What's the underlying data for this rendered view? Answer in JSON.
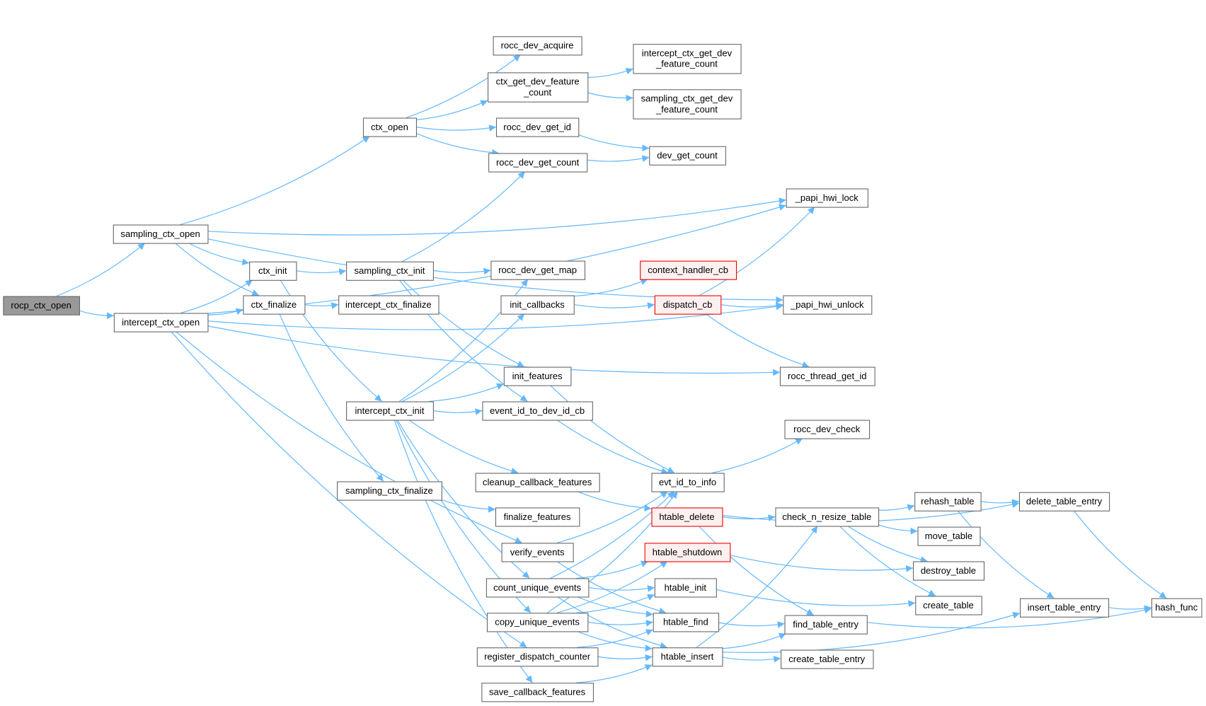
{
  "colors": {
    "edge": "#63b8ff",
    "root_fill": "#999999",
    "highlight_border": "#ff0000",
    "node_border": "#666666"
  },
  "nodes": {
    "rocp_ctx_open": {
      "lines": [
        "rocp_ctx_open"
      ],
      "style": "root"
    },
    "sampling_ctx_open": {
      "lines": [
        "sampling_ctx_open"
      ]
    },
    "intercept_ctx_open": {
      "lines": [
        "intercept_ctx_open"
      ]
    },
    "ctx_init": {
      "lines": [
        "ctx_init"
      ]
    },
    "ctx_finalize": {
      "lines": [
        "ctx_finalize"
      ]
    },
    "sampling_ctx_init": {
      "lines": [
        "sampling_ctx_init"
      ]
    },
    "intercept_ctx_finalize": {
      "lines": [
        "intercept_ctx_finalize"
      ]
    },
    "intercept_ctx_init": {
      "lines": [
        "intercept_ctx_init"
      ]
    },
    "sampling_ctx_finalize": {
      "lines": [
        "sampling_ctx_finalize"
      ]
    },
    "ctx_open": {
      "lines": [
        "ctx_open"
      ]
    },
    "rocc_dev_acquire": {
      "lines": [
        "rocc_dev_acquire"
      ]
    },
    "ctx_get_dev_feature_count": {
      "lines": [
        "ctx_get_dev_feature",
        "_count"
      ]
    },
    "rocc_dev_get_id": {
      "lines": [
        "rocc_dev_get_id"
      ]
    },
    "rocc_dev_get_count": {
      "lines": [
        "rocc_dev_get_count"
      ]
    },
    "rocc_dev_get_map": {
      "lines": [
        "rocc_dev_get_map"
      ]
    },
    "init_callbacks": {
      "lines": [
        "init_callbacks"
      ]
    },
    "init_features": {
      "lines": [
        "init_features"
      ]
    },
    "event_id_to_dev_id_cb": {
      "lines": [
        "event_id_to_dev_id_cb"
      ]
    },
    "cleanup_callback_features": {
      "lines": [
        "cleanup_callback_features"
      ]
    },
    "finalize_features": {
      "lines": [
        "finalize_features"
      ]
    },
    "verify_events": {
      "lines": [
        "verify_events"
      ]
    },
    "count_unique_events": {
      "lines": [
        "count_unique_events"
      ]
    },
    "copy_unique_events": {
      "lines": [
        "copy_unique_events"
      ]
    },
    "register_dispatch_counter": {
      "lines": [
        "register_dispatch_counter"
      ]
    },
    "save_callback_features": {
      "lines": [
        "save_callback_features"
      ]
    },
    "intercept_ctx_get_dev_feature_count": {
      "lines": [
        "intercept_ctx_get_dev",
        "_feature_count"
      ]
    },
    "sampling_ctx_get_dev_feature_count": {
      "lines": [
        "sampling_ctx_get_dev",
        "_feature_count"
      ]
    },
    "dev_get_count": {
      "lines": [
        "dev_get_count"
      ]
    },
    "context_handler_cb": {
      "lines": [
        "context_handler_cb"
      ],
      "style": "red"
    },
    "dispatch_cb": {
      "lines": [
        "dispatch_cb"
      ],
      "style": "red"
    },
    "evt_id_to_info": {
      "lines": [
        "evt_id_to_info"
      ]
    },
    "htable_delete": {
      "lines": [
        "htable_delete"
      ],
      "style": "red"
    },
    "htable_shutdown": {
      "lines": [
        "htable_shutdown"
      ],
      "style": "red"
    },
    "htable_init": {
      "lines": [
        "htable_init"
      ]
    },
    "htable_find": {
      "lines": [
        "htable_find"
      ]
    },
    "htable_insert": {
      "lines": [
        "htable_insert"
      ]
    },
    "_papi_hwi_lock": {
      "lines": [
        "_papi_hwi_lock"
      ]
    },
    "_papi_hwi_unlock": {
      "lines": [
        "_papi_hwi_unlock"
      ]
    },
    "rocc_thread_get_id": {
      "lines": [
        "rocc_thread_get_id"
      ]
    },
    "rocc_dev_check": {
      "lines": [
        "rocc_dev_check"
      ]
    },
    "check_n_resize_table": {
      "lines": [
        "check_n_resize_table"
      ]
    },
    "find_table_entry": {
      "lines": [
        "find_table_entry"
      ]
    },
    "create_table_entry": {
      "lines": [
        "create_table_entry"
      ]
    },
    "rehash_table": {
      "lines": [
        "rehash_table"
      ]
    },
    "move_table": {
      "lines": [
        "move_table"
      ]
    },
    "destroy_table": {
      "lines": [
        "destroy_table"
      ]
    },
    "create_table": {
      "lines": [
        "create_table"
      ]
    },
    "delete_table_entry": {
      "lines": [
        "delete_table_entry"
      ]
    },
    "insert_table_entry": {
      "lines": [
        "insert_table_entry"
      ]
    },
    "hash_func": {
      "lines": [
        "hash_func"
      ]
    }
  },
  "edges": [
    [
      "rocp_ctx_open",
      "sampling_ctx_open"
    ],
    [
      "rocp_ctx_open",
      "intercept_ctx_open"
    ],
    [
      "sampling_ctx_open",
      "ctx_open"
    ],
    [
      "sampling_ctx_open",
      "_papi_hwi_lock"
    ],
    [
      "sampling_ctx_open",
      "_papi_hwi_unlock"
    ],
    [
      "sampling_ctx_open",
      "ctx_init"
    ],
    [
      "sampling_ctx_open",
      "ctx_finalize"
    ],
    [
      "intercept_ctx_open",
      "ctx_init"
    ],
    [
      "intercept_ctx_open",
      "ctx_finalize"
    ],
    [
      "intercept_ctx_open",
      "_papi_hwi_lock"
    ],
    [
      "intercept_ctx_open",
      "_papi_hwi_unlock"
    ],
    [
      "intercept_ctx_open",
      "rocc_thread_get_id"
    ],
    [
      "intercept_ctx_open",
      "verify_events"
    ],
    [
      "intercept_ctx_open",
      "register_dispatch_counter"
    ],
    [
      "ctx_init",
      "sampling_ctx_init"
    ],
    [
      "ctx_init",
      "intercept_ctx_init"
    ],
    [
      "ctx_finalize",
      "intercept_ctx_finalize"
    ],
    [
      "ctx_finalize",
      "sampling_ctx_finalize"
    ],
    [
      "ctx_open",
      "rocc_dev_acquire"
    ],
    [
      "ctx_open",
      "ctx_get_dev_feature_count"
    ],
    [
      "ctx_open",
      "rocc_dev_get_id"
    ],
    [
      "ctx_open",
      "rocc_dev_get_count"
    ],
    [
      "ctx_get_dev_feature_count",
      "intercept_ctx_get_dev_feature_count"
    ],
    [
      "ctx_get_dev_feature_count",
      "sampling_ctx_get_dev_feature_count"
    ],
    [
      "rocc_dev_get_id",
      "dev_get_count"
    ],
    [
      "rocc_dev_get_count",
      "dev_get_count"
    ],
    [
      "sampling_ctx_init",
      "rocc_dev_get_count"
    ],
    [
      "sampling_ctx_init",
      "rocc_dev_get_map"
    ],
    [
      "sampling_ctx_init",
      "init_features"
    ],
    [
      "sampling_ctx_init",
      "event_id_to_dev_id_cb"
    ],
    [
      "intercept_ctx_init",
      "rocc_dev_get_map"
    ],
    [
      "intercept_ctx_init",
      "init_callbacks"
    ],
    [
      "intercept_ctx_init",
      "init_features"
    ],
    [
      "intercept_ctx_init",
      "event_id_to_dev_id_cb"
    ],
    [
      "intercept_ctx_init",
      "cleanup_callback_features"
    ],
    [
      "intercept_ctx_init",
      "count_unique_events"
    ],
    [
      "intercept_ctx_init",
      "copy_unique_events"
    ],
    [
      "intercept_ctx_init",
      "save_callback_features"
    ],
    [
      "init_callbacks",
      "context_handler_cb"
    ],
    [
      "init_callbacks",
      "dispatch_cb"
    ],
    [
      "dispatch_cb",
      "_papi_hwi_lock"
    ],
    [
      "dispatch_cb",
      "_papi_hwi_unlock"
    ],
    [
      "dispatch_cb",
      "rocc_thread_get_id"
    ],
    [
      "init_features",
      "evt_id_to_info"
    ],
    [
      "event_id_to_dev_id_cb",
      "evt_id_to_info"
    ],
    [
      "evt_id_to_info",
      "rocc_dev_check"
    ],
    [
      "cleanup_callback_features",
      "htable_delete"
    ],
    [
      "sampling_ctx_finalize",
      "finalize_features"
    ],
    [
      "verify_events",
      "evt_id_to_info"
    ],
    [
      "verify_events",
      "htable_find"
    ],
    [
      "count_unique_events",
      "evt_id_to_info"
    ],
    [
      "count_unique_events",
      "htable_shutdown"
    ],
    [
      "count_unique_events",
      "htable_init"
    ],
    [
      "count_unique_events",
      "htable_find"
    ],
    [
      "count_unique_events",
      "htable_insert"
    ],
    [
      "copy_unique_events",
      "evt_id_to_info"
    ],
    [
      "copy_unique_events",
      "htable_shutdown"
    ],
    [
      "copy_unique_events",
      "htable_init"
    ],
    [
      "copy_unique_events",
      "htable_find"
    ],
    [
      "copy_unique_events",
      "htable_insert"
    ],
    [
      "register_dispatch_counter",
      "htable_find"
    ],
    [
      "register_dispatch_counter",
      "htable_insert"
    ],
    [
      "save_callback_features",
      "htable_insert"
    ],
    [
      "htable_delete",
      "delete_table_entry"
    ],
    [
      "htable_delete",
      "check_n_resize_table"
    ],
    [
      "htable_delete",
      "find_table_entry"
    ],
    [
      "htable_shutdown",
      "destroy_table"
    ],
    [
      "htable_init",
      "create_table"
    ],
    [
      "htable_find",
      "find_table_entry"
    ],
    [
      "htable_insert",
      "check_n_resize_table"
    ],
    [
      "htable_insert",
      "find_table_entry"
    ],
    [
      "htable_insert",
      "create_table_entry"
    ],
    [
      "htable_insert",
      "insert_table_entry"
    ],
    [
      "check_n_resize_table",
      "rehash_table"
    ],
    [
      "check_n_resize_table",
      "move_table"
    ],
    [
      "check_n_resize_table",
      "destroy_table"
    ],
    [
      "check_n_resize_table",
      "create_table"
    ],
    [
      "rehash_table",
      "delete_table_entry"
    ],
    [
      "rehash_table",
      "insert_table_entry"
    ],
    [
      "delete_table_entry",
      "hash_func"
    ],
    [
      "insert_table_entry",
      "hash_func"
    ],
    [
      "find_table_entry",
      "hash_func"
    ]
  ]
}
